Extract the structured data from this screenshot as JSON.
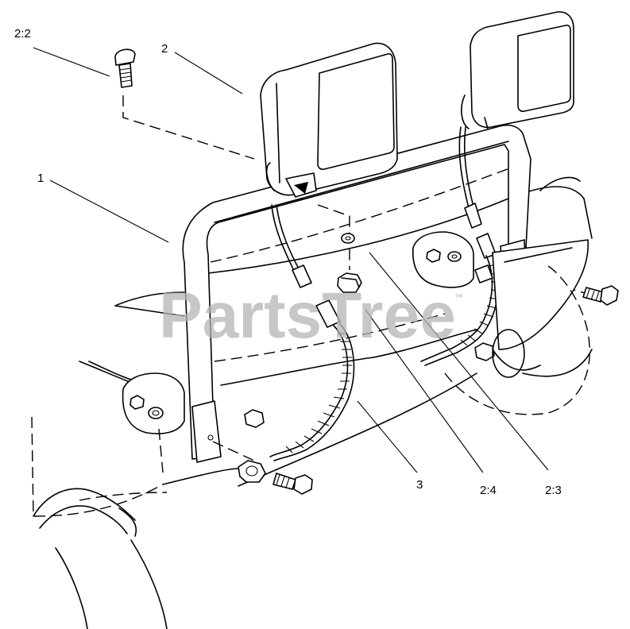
{
  "callouts": {
    "c_2_2": "2:2",
    "c_2": "2",
    "c_1": "1",
    "c_3": "3",
    "c_2_4": "2:4",
    "c_2_3": "2:3"
  },
  "watermark": {
    "text": "PartsTree",
    "trademark": "™"
  }
}
